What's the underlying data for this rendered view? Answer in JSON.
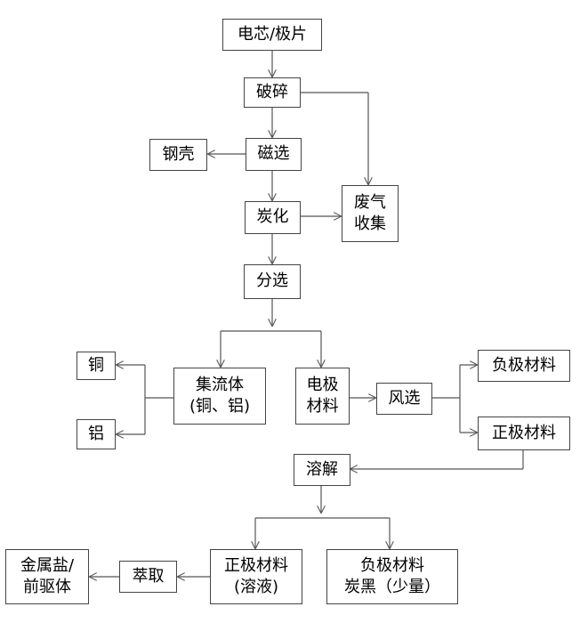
{
  "nodes": {
    "cell": [
      "电芯/极片"
    ],
    "crush": [
      "破碎"
    ],
    "magnetic": [
      "磁选"
    ],
    "steel_shell": [
      "钢壳"
    ],
    "carbonize": [
      "炭化"
    ],
    "exhaust": [
      "废气",
      "收集"
    ],
    "sort": [
      "分选"
    ],
    "copper": [
      "铜"
    ],
    "aluminum": [
      "铝"
    ],
    "collector": [
      "集流体",
      "(铜、铝)"
    ],
    "electrode": [
      "电极",
      "材料"
    ],
    "air_sort": [
      "风选"
    ],
    "anode_mat": [
      "负极材料"
    ],
    "cathode_mat": [
      "正极材料"
    ],
    "dissolve": [
      "溶解"
    ],
    "cathode_solution": [
      "正极材料",
      "(溶液)"
    ],
    "anode_carbon": [
      "负极材料",
      "炭黑（少量）"
    ],
    "extract": [
      "萃取"
    ],
    "metal_salt": [
      "金属盐/",
      "前驱体"
    ]
  }
}
